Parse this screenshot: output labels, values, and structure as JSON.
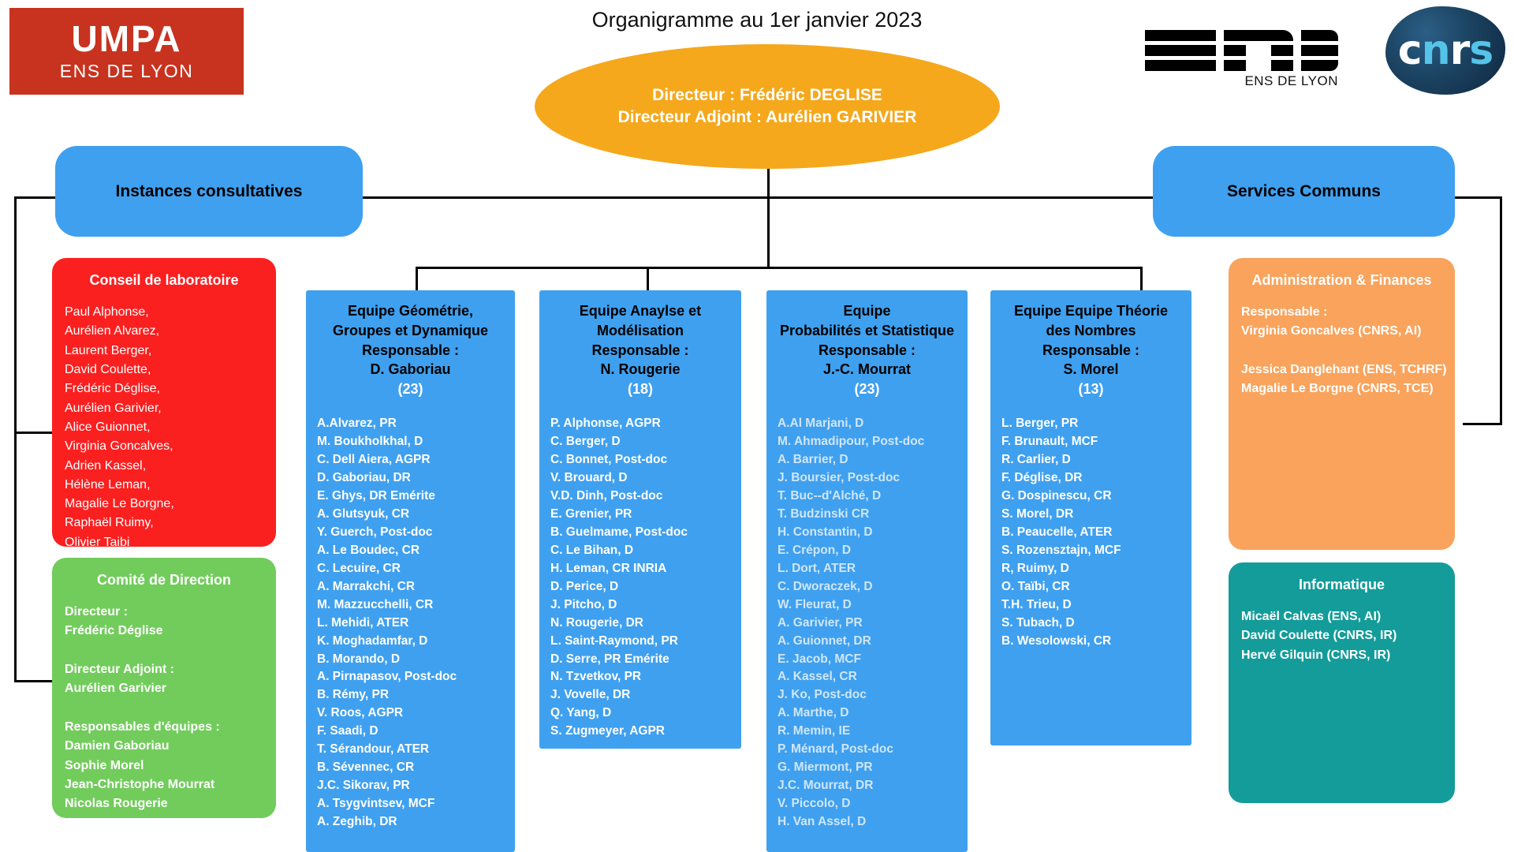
{
  "title": "Organigramme au 1er janvier 2023",
  "logos": {
    "umpa": {
      "line1": "UMPA",
      "line2": "ENS DE LYON",
      "color": "#c8331f"
    },
    "ens": {
      "sub": "ENS DE LYON"
    },
    "cnrs": {
      "text": "cnrs",
      "color": "#1c4463",
      "accent": "#54c4e8"
    }
  },
  "direction": {
    "line1": "Directeur : Frédéric DEGLISE",
    "line2": "Directeur Adjoint : Aurélien GARIVIER",
    "color": "#f5a81c"
  },
  "left_pill": {
    "label": "Instances consultatives"
  },
  "right_pill": {
    "label": "Services Communs"
  },
  "conseil": {
    "header": "Conseil de laboratoire",
    "color": "#fb2020",
    "members": [
      "Paul Alphonse,",
      "Aurélien Alvarez,",
      "Laurent Berger,",
      "David Coulette,",
      "Frédéric Déglise,",
      " Aurélien Garivier,",
      "Alice Guionnet,",
      " Virginia Goncalves,",
      "Adrien Kassel,",
      "Hélène Leman,",
      "Magalie Le Borgne,",
      "Raphaël Ruimy,",
      "Olivier Taibi"
    ]
  },
  "comite": {
    "header": "Comité de Direction",
    "color": "#72cc5c",
    "lines": [
      "Directeur :",
      "Frédéric Déglise",
      "",
      "Directeur Adjoint :",
      "Aurélien Garivier",
      "",
      "Responsables d'équipes :",
      "Damien Gaboriau",
      "Sophie Morel",
      "Jean-Christophe Mourrat",
      "Nicolas Rougerie"
    ]
  },
  "teams": [
    {
      "name": "team-geometrie",
      "title_lines": [
        "Equipe Géométrie,",
        "Groupes et Dynamique",
        "Responsable :",
        "D. Gaboriau"
      ],
      "count": "(23)",
      "style": "bold",
      "members": [
        "A.Alvarez, PR",
        "M. Boukholkhal, D",
        "C. Dell Aiera, AGPR",
        "D. Gaboriau, DR",
        "E. Ghys, DR Emérite",
        "A. Glutsyuk, CR",
        "Y. Guerch, Post-doc",
        "A. Le Boudec, CR",
        "C. Lecuire, CR",
        "A. Marrakchi, CR",
        "M. Mazzucchelli, CR",
        "L. Mehidi, ATER",
        "K. Moghadamfar, D",
        "B. Morando, D",
        "A. Pirnapasov, Post-doc",
        "B. Rémy, PR",
        "V. Roos, AGPR",
        "F. Saadi, D",
        "T. Sérandour, ATER",
        "B. Sévennec, CR",
        "J.C. Sikorav, PR",
        "A. Tsygvintsev, MCF",
        "A. Zeghib, DR"
      ]
    },
    {
      "name": "team-analyse",
      "title_lines": [
        "Equipe Anaylse et",
        "Modélisation",
        "Responsable :",
        "N. Rougerie"
      ],
      "count": "(18)",
      "style": "bold",
      "members": [
        "P. Alphonse, AGPR",
        "C. Berger, D",
        "C. Bonnet, Post-doc",
        "V. Brouard, D",
        "V.D. Dinh, Post-doc",
        "E. Grenier, PR",
        "B. Guelmame, Post-doc",
        "C. Le Bihan, D",
        "H. Leman, CR INRIA",
        "D. Perice, D",
        "J. Pitcho, D",
        "N. Rougerie, DR",
        "L. Saint-Raymond, PR",
        "D. Serre, PR Emérite",
        "N. Tzvetkov, PR",
        "J. Vovelle, DR",
        "Q. Yang, D",
        "S. Zugmeyer, AGPR"
      ]
    },
    {
      "name": "team-probabilites",
      "title_lines": [
        "Equipe",
        "Probabilités et Statistique",
        "Responsable :",
        "J.-C. Mourrat"
      ],
      "count": "(23)",
      "style": "light",
      "members": [
        "A.Al Marjani, D",
        "M. Ahmadipour, Post-doc",
        "A. Barrier, D",
        "J. Boursier, Post-doc",
        "T. Buc--d'Alché, D",
        "T. Budzinski CR",
        "H. Constantin, D",
        "E. Crépon, D",
        "L. Dort, ATER",
        "C. Dworaczek, D",
        "W. Fleurat, D",
        "A. Garivier, PR",
        "A. Guionnet, DR",
        "E. Jacob, MCF",
        "A. Kassel, CR",
        "J. Ko, Post-doc",
        "A. Marthe, D",
        "R. Memin, IE",
        "P. Ménard, Post-doc",
        "G. Miermont, PR",
        "J.C. Mourrat, DR",
        "V. Piccolo, D",
        "H. Van Assel, D"
      ]
    },
    {
      "name": "team-theorie-nombres",
      "title_lines": [
        "Equipe Equipe Théorie",
        "des Nombres",
        "Responsable :",
        "S. Morel"
      ],
      "count": "(13)",
      "style": "bold",
      "members": [
        "L. Berger, PR",
        "F. Brunault, MCF",
        "R. Carlier, D",
        "F. Déglise, DR",
        "G. Dospinescu, CR",
        "S. Morel, DR",
        "B. Peaucelle, ATER",
        "S. Rozensztajn, MCF",
        "R, Ruimy, D",
        "O. Taïbi, CR",
        "T.H. Trieu, D",
        "S. Tubach, D",
        "B. Wesolowski, CR"
      ]
    }
  ],
  "administration": {
    "header": "Administration & Finances",
    "color": "#f9a35c",
    "lines": [
      "Responsable :",
      "Virginia Goncalves (CNRS, AI)",
      "",
      "Jessica Danglehant (ENS, TCHRF)",
      "Magalie Le Borgne (CNRS, TCE)"
    ]
  },
  "informatique": {
    "header": "Informatique",
    "color": "#139c9a",
    "lines": [
      "Micaël Calvas (ENS, AI)",
      "David Coulette (CNRS, IR)",
      "Hervé Gilquin (CNRS, IR)"
    ]
  }
}
